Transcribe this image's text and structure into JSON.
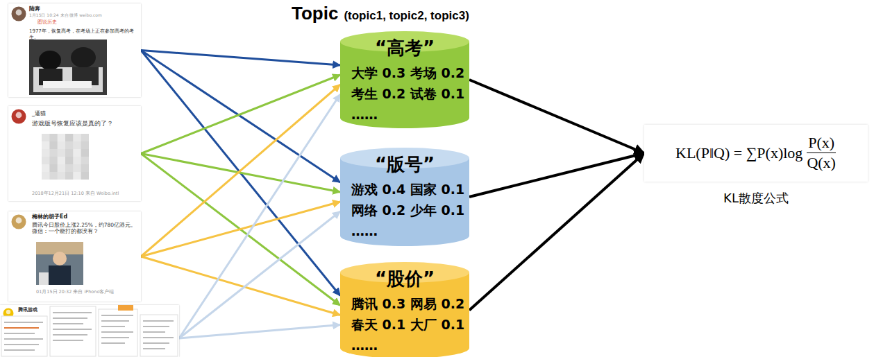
{
  "diagram": {
    "title": "Topic",
    "nodes": [
      {
        "text": [
          "陆奔",
          "1月15日 10:24 来自 微博 weibo.com",
          "图说历史",
          "1977年，恢复高考，在考场上正在参加高考的考生。"
        ]
      },
      {
        "text": [
          "_逼猫",
          "游戏版号恢复应该是真的了？",
          "2018年12月21日 12:10 来自 Weibo.intl"
        ]
      },
      {
        "text": [
          "梅林的胡子Ed",
          "腾讯今日股价上涨2.25%，约780亿港元。微信：一个能打的都没有？",
          "01月15日 20:32 来自 iPhone客户端"
        ]
      },
      {
        "text": [
          "腾讯游戏"
        ]
      },
      {
        "text": [
          "“高考”",
          "大学 0.3 考场 0.2",
          "考生 0.2 试卷 0.1",
          "……"
        ]
      },
      {
        "text": [
          "“版号”",
          "游戏 0.4 国家 0.1",
          "网络 0.2 少年 0.1",
          "……"
        ]
      },
      {
        "text": [
          "“股价”",
          "腾讯 0.3 网易 0.2",
          "春天 0.1 大厂 0.1",
          "……"
        ]
      },
      {
        "text": [
          "KL(P‖Q) = ∑P(x)log",
          "P(x)",
          "Q(x)",
          "KL散度公式"
        ]
      }
    ],
    "edges": [
      {
        "from": 0,
        "to": 4,
        "arrow": "to"
      },
      {
        "from": 0,
        "to": 5,
        "arrow": "to"
      },
      {
        "from": 0,
        "to": 6,
        "arrow": "to"
      },
      {
        "from": 1,
        "to": 4,
        "arrow": "to"
      },
      {
        "from": 1,
        "to": 5,
        "arrow": "to"
      },
      {
        "from": 1,
        "to": 6,
        "arrow": "to"
      },
      {
        "from": 2,
        "to": 4,
        "arrow": "to"
      },
      {
        "from": 2,
        "to": 5,
        "arrow": "to"
      },
      {
        "from": 2,
        "to": 6,
        "arrow": "to"
      },
      {
        "from": 3,
        "to": 4,
        "arrow": "to"
      },
      {
        "from": 3,
        "to": 5,
        "arrow": "to"
      },
      {
        "from": 3,
        "to": 6,
        "arrow": "to"
      },
      {
        "from": 4,
        "to": 7,
        "arrow": "to"
      },
      {
        "from": 5,
        "to": 7,
        "arrow": "to"
      },
      {
        "from": 6,
        "to": 7,
        "arrow": "to"
      }
    ],
    "labels": [
      "(topic1, topic2, topic3)"
    ]
  }
}
